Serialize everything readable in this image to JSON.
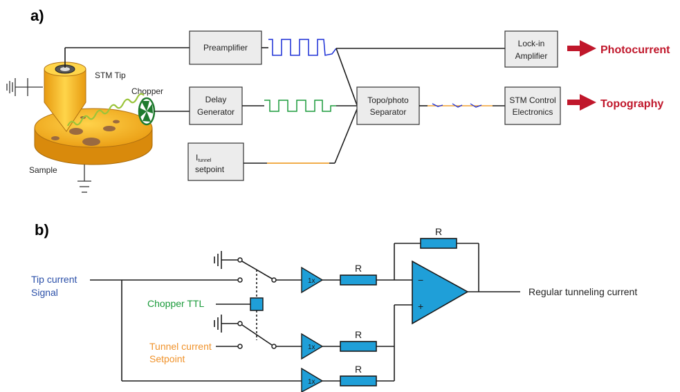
{
  "panel_a": {
    "label": "a)",
    "boxes": {
      "preamplifier": "Preamplifier",
      "delay_1": "Delay",
      "delay_2": "Generator",
      "itunnel_main": "I",
      "itunnel_sub": "tunnel",
      "itunnel_2": "setpoint",
      "separator_1": "Topo/photo",
      "separator_2": "Separator",
      "lockin_1": "Lock-in",
      "lockin_2": "Amplifier",
      "stm_1": "STM Control",
      "stm_2": "Electronics"
    },
    "labels": {
      "stm_tip": "STM Tip",
      "chopper": "Chopper",
      "sample": "Sample"
    },
    "outputs": {
      "photocurrent": "Photocurrent",
      "topography": "Topography"
    },
    "colors": {
      "preamp_signal": "#1b2fd6",
      "delay_signal": "#1a9a3a",
      "setpoint_signal": "#f0a030",
      "output_arrow": "#c0172b",
      "sample": "#f5b21c"
    }
  },
  "panel_b": {
    "label": "b)",
    "inputs": {
      "tip_1": "Tip current",
      "tip_2": "Signal",
      "chopper_ttl": "Chopper TTL",
      "tunnel_1": "Tunnel current",
      "tunnel_2": "Setpoint"
    },
    "buffer_label": "1x",
    "resistor_label": "R",
    "opamp_minus": "−",
    "opamp_plus": "+",
    "output": "Regular tunneling current",
    "colors": {
      "tip": "#2a4fa8",
      "chopper": "#1a9a3a",
      "tunnel": "#f0922a",
      "component": "#1f9fd8"
    }
  }
}
